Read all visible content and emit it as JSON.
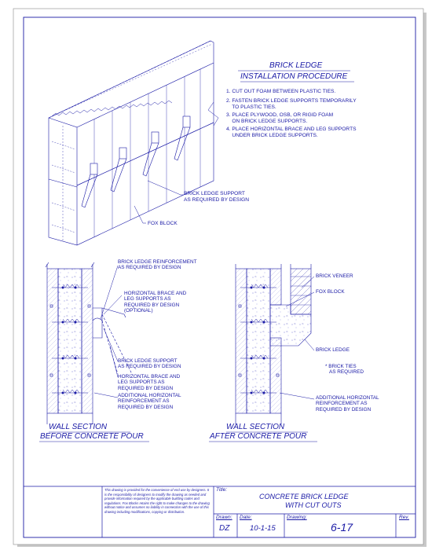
{
  "procedure": {
    "title_line1": "BRICK LEDGE",
    "title_line2": "INSTALLATION PROCEDURE",
    "steps": [
      [
        "1. CUT OUT FOAM BETWEEN PLASTIC TIES."
      ],
      [
        "2. FASTEN BRICK LEDGE SUPPORTS TEMPORARILY",
        "    TO PLASTIC TIES."
      ],
      [
        "3. PLACE PLYWOOD, OSB, OR RIGID FOAM",
        "    ON BRICK LEDGE SUPPORTS."
      ],
      [
        "4. PLACE HORIZONTAL BRACE AND LEG SUPPORTS",
        "    UNDER BRICK LEDGE SUPPORTS."
      ]
    ]
  },
  "iso_labels": {
    "support": [
      "BRICK LEDGE SUPPORT",
      "AS REQUIRED BY DESIGN"
    ],
    "block": [
      "FOX BLOCK"
    ]
  },
  "before": {
    "labels": [
      [
        "BRICK LEDGE REINFORCEMENT",
        "AS REQUIRED BY DESIGN"
      ],
      [
        "HORIZONTAL BRACE AND",
        "LEG SUPPORTS AS",
        "REQUIRED BY DESIGN",
        "(OPTIONAL)"
      ],
      [
        "BRICK LEDGE SUPPORT",
        "AS REQUIRED BY DESIGN"
      ],
      [
        "HORIZONTAL BRACE AND",
        "LEG SUPPORTS AS",
        "REQUIRED BY DESIGN"
      ],
      [
        "ADDITIONAL HORIZONTAL",
        "REINFORCEMENT AS",
        "REQUIRED BY DESIGN"
      ]
    ],
    "caption1": "WALL SECTION",
    "caption2": "BEFORE CONCRETE POUR"
  },
  "after": {
    "labels": [
      [
        "BRICK VENEER"
      ],
      [
        "FOX BLOCK"
      ],
      [
        "BRICK LEDGE"
      ],
      [
        "* BRICK TIES",
        "   AS REQUIRED"
      ],
      [
        "ADDITIONAL HORIZONTAL",
        "REINFORCEMENT AS",
        "REQUIRED BY DESIGN"
      ]
    ],
    "caption1": "WALL SECTION",
    "caption2": "AFTER CONCRETE POUR"
  },
  "title_block": {
    "disclaimer": "This drawing is provided for the convenience of end use by designers. It is the responsibility of designers to modify the drawing as needed and provide information required by the applicable building codes and regulations. Fox Blocks retains the right to make changes to the drawing without notice and assumes no liability in connection with the use of this drawing including modifications, copying or distribution.",
    "title_label": "Title:",
    "title_line1": "CONCRETE BRICK LEDGE",
    "title_line2": "WITH CUT OUTS",
    "drawn_label": "Drawn:",
    "drawn_value": "DZ",
    "date_label": "Date:",
    "date_value": "10-1-15",
    "drawing_label": "Drawing:",
    "drawing_value": "6-17",
    "rev_label": "Rev."
  }
}
